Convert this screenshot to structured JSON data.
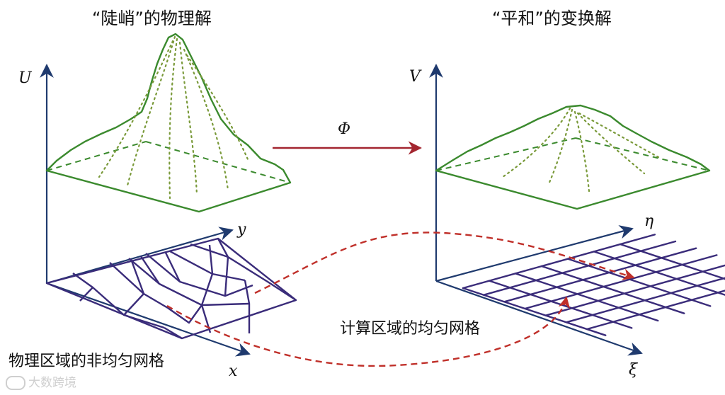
{
  "titles": {
    "left": "“陡峭”的物理解",
    "right": "“平和”的变换解"
  },
  "mapping_label": "Φ",
  "axes": {
    "left": {
      "vertical": "U",
      "depth": "y",
      "horizontal": "x"
    },
    "right": {
      "vertical": "V",
      "depth": "η",
      "horizontal": "ξ"
    }
  },
  "captions": {
    "physical_grid": "物理区域的非均匀网格",
    "computational_grid": "计算区域的均匀网格"
  },
  "watermark": "大数跨境",
  "colors": {
    "axis": "#1f3a6e",
    "surface": "#3b8a2e",
    "dotted": "#7a9a3a",
    "mesh": "#3a2c7a",
    "arrow": "#a32630",
    "dashed_link": "#c0302a"
  }
}
